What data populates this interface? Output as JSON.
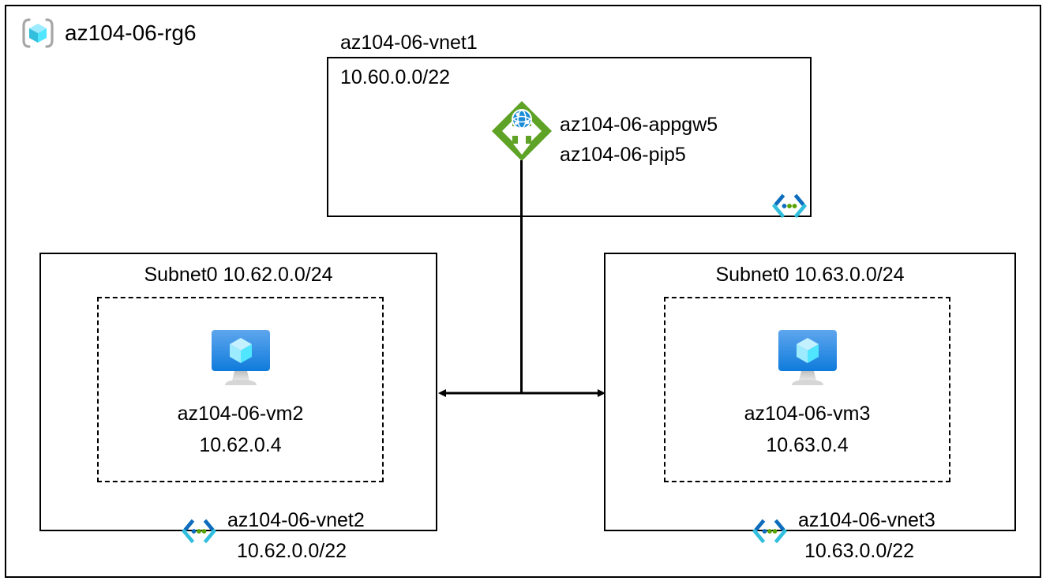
{
  "diagram": {
    "type": "azure-network-topology",
    "resource_group": {
      "name": "az104-06-rg6",
      "icon": "resource-group-cube-icon"
    },
    "vnet1": {
      "title": "az104-06-vnet1",
      "cidr": "10.60.0.0/22",
      "badge_icon": "vnet-connector-icon",
      "gateway": {
        "icon": "application-gateway-icon",
        "line1": "az104-06-appgw5",
        "line2": "az104-06-pip5"
      }
    },
    "vnet2": {
      "subnet_label": "Subnet0 10.62.0.0/24",
      "vm": {
        "icon": "virtual-machine-icon",
        "name": "az104-06-vm2",
        "ip": "10.62.0.4"
      },
      "footer_icon": "vnet-connector-icon",
      "footer_name": "az104-06-vnet2",
      "footer_cidr": "10.62.0.0/22"
    },
    "vnet3": {
      "subnet_label": "Subnet0 10.63.0.0/24",
      "vm": {
        "icon": "virtual-machine-icon",
        "name": "az104-06-vm3",
        "ip": "10.63.0.4"
      },
      "footer_icon": "vnet-connector-icon",
      "footer_name": "az104-06-vnet3",
      "footer_cidr": "10.63.0.0/22"
    },
    "connections": {
      "gateway_to_peering": "vertical-line",
      "vnet2_to_vnet3": "double-headed-arrow"
    },
    "colors": {
      "border": "#000000",
      "text": "#000000",
      "gateway_green": "#5EA226",
      "globe_blue": "#0078D4",
      "vm_screen_blue": "#1B84E7",
      "cube_cyan": "#50E6FF",
      "connector_blue": "#0078D4",
      "connector_cyan": "#32BEDD",
      "connector_dot_green": "#57A300",
      "rg_bracket_gray": "#A0A0A0"
    }
  }
}
